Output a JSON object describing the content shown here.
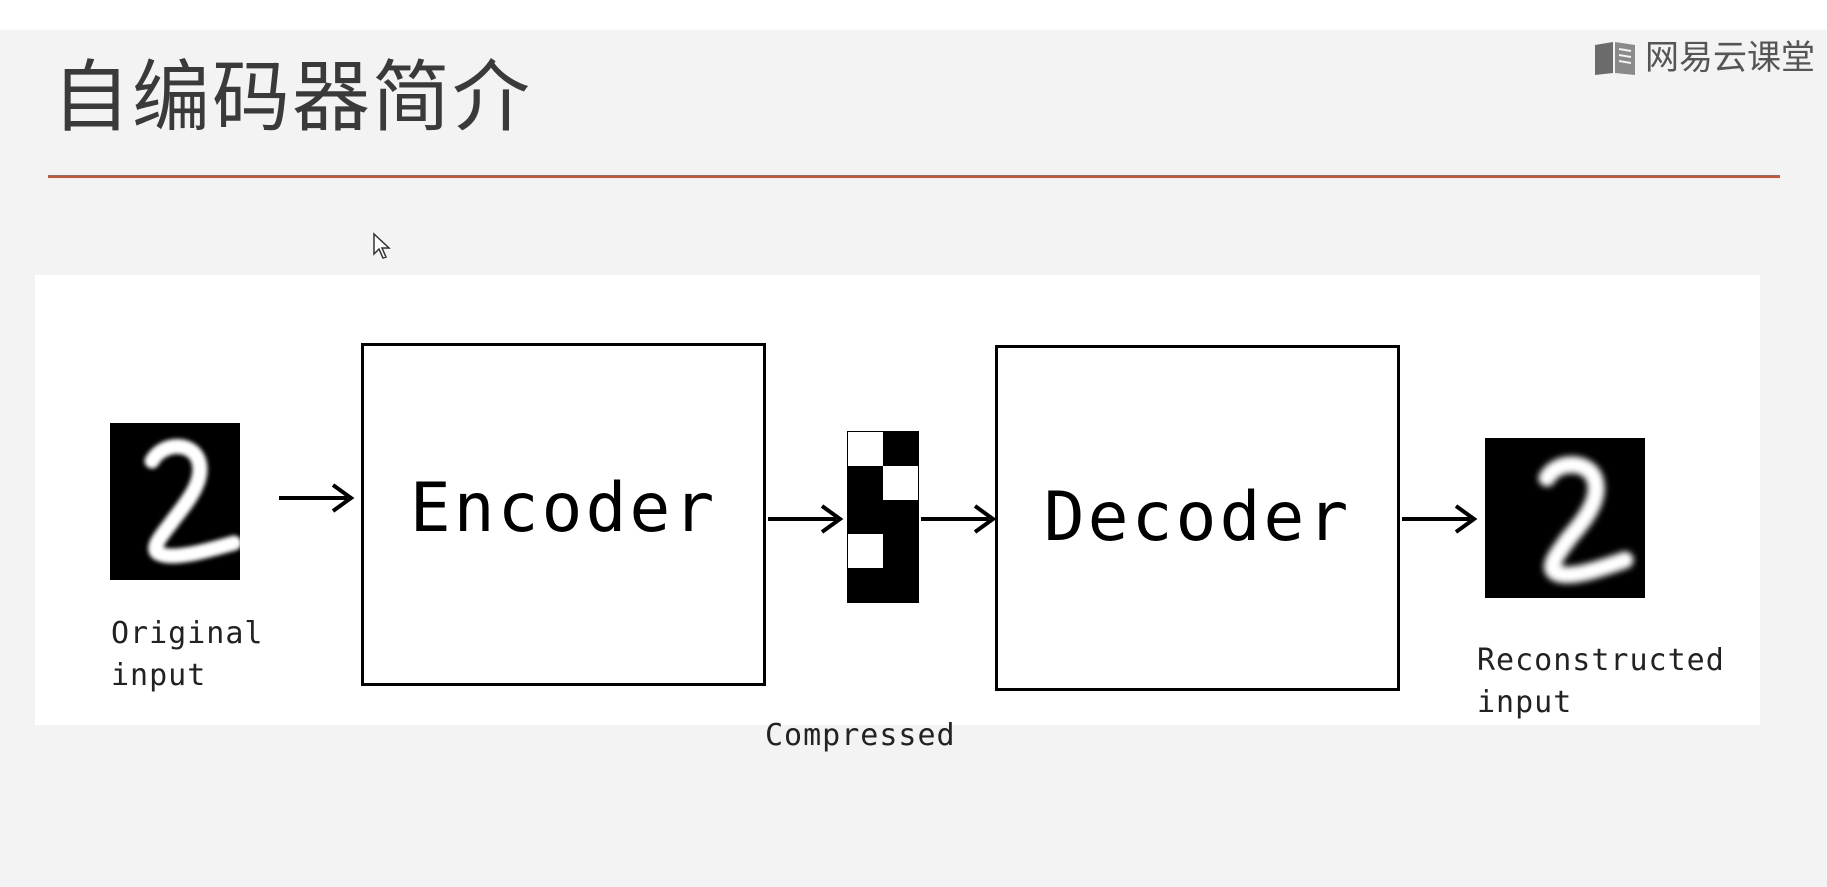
{
  "slide": {
    "title": "自编码器简介",
    "brand": {
      "text": "网易云课堂",
      "logo_icon": "book-icon"
    },
    "accent_color": "#d4532d"
  },
  "diagram": {
    "input_caption_line1": "Original",
    "input_caption_line2": "input",
    "encoder_label": "Encoder",
    "code_caption": "Compressed",
    "decoder_label": "Decoder",
    "output_caption_line1": "Reconstructed",
    "output_caption_line2": "input",
    "input_image": "handwritten-digit-2",
    "output_image": "handwritten-digit-2",
    "code_pattern": [
      [
        "white",
        "black"
      ],
      [
        "black",
        "white"
      ],
      [
        "black",
        "black"
      ],
      [
        "white",
        "black"
      ],
      [
        "black",
        "black"
      ]
    ]
  }
}
